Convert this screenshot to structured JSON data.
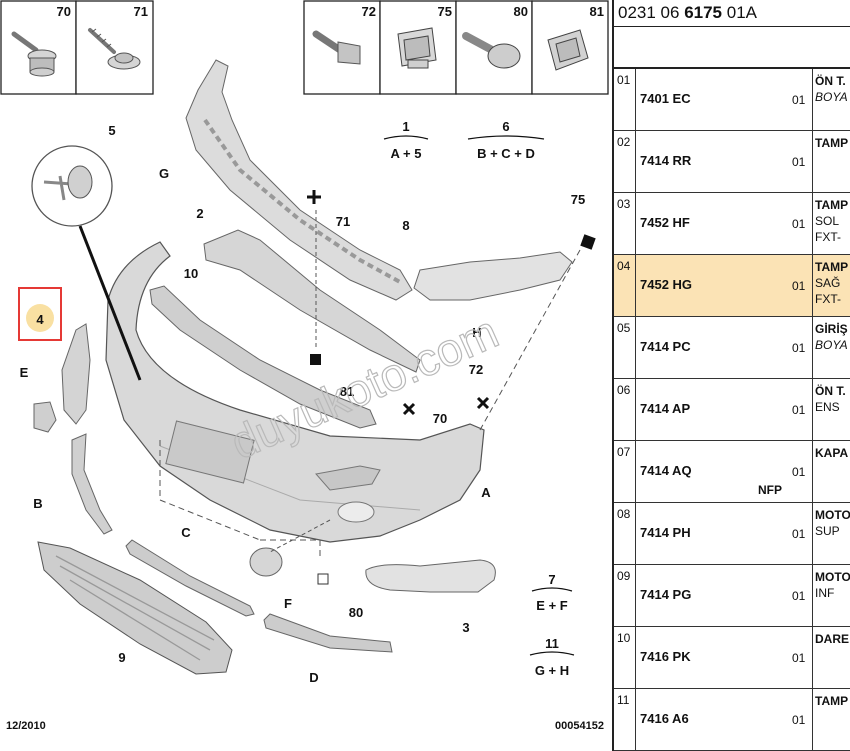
{
  "diagram": {
    "callouts": {
      "c5": "5",
      "cG": "G",
      "c2": "2",
      "c10": "10",
      "c71": "71",
      "c8": "8",
      "c75": "75",
      "cH": "H",
      "c72": "72",
      "c81": "81",
      "c70": "70",
      "cA": "A",
      "c4": "4",
      "cE": "E",
      "cB": "B",
      "cC": "C",
      "cF": "F",
      "c80": "80",
      "c9": "9",
      "cD": "D",
      "c3": "3"
    },
    "fasteners": [
      {
        "number": "70",
        "icon": "hex-bolt-washer-icon"
      },
      {
        "number": "71",
        "icon": "screw-washer-icon"
      },
      {
        "number": "72",
        "icon": "bolt-icon"
      },
      {
        "number": "75",
        "icon": "clip-nut-icon"
      },
      {
        "number": "80",
        "icon": "push-rivet-icon"
      },
      {
        "number": "81",
        "icon": "square-clip-icon"
      }
    ],
    "sets": [
      {
        "number": "1",
        "parts": "A + 5"
      },
      {
        "number": "6",
        "parts": "B + C + D"
      },
      {
        "number": "7",
        "parts": "E + F"
      },
      {
        "number": "11",
        "parts": "G + H"
      }
    ],
    "footer_date": "12/2010",
    "footer_code": "00054152",
    "watermark": "duyukoto.com",
    "highlight_color": "#e53935"
  },
  "panel": {
    "ref_pre": "0231 06 ",
    "ref_bold": "6175",
    "ref_post": " 01A",
    "selected_color": "#fbe3b5",
    "rows": [
      {
        "idx": "01",
        "code": "7401 EC",
        "qty": "01",
        "title": "ÖN T.",
        "sub1": "BOYA",
        "sub2": "",
        "note": ""
      },
      {
        "idx": "02",
        "code": "7414 RR",
        "qty": "01",
        "title": "TAMP",
        "sub1": "",
        "sub2": "",
        "note": ""
      },
      {
        "idx": "03",
        "code": "7452 HF",
        "qty": "01",
        "title": "TAMP",
        "sub1": "SOL",
        "sub2": "FXT-",
        "note": ""
      },
      {
        "idx": "04",
        "code": "7452 HG",
        "qty": "01",
        "title": "TAMP",
        "sub1": "SAĞ",
        "sub2": "FXT-",
        "note": ""
      },
      {
        "idx": "05",
        "code": "7414 PC",
        "qty": "01",
        "title": "GİRİŞ",
        "sub1": "BOYA",
        "sub2": "",
        "note": ""
      },
      {
        "idx": "06",
        "code": "7414 AP",
        "qty": "01",
        "title": "ÖN T.",
        "sub1": "ENS",
        "sub2": "",
        "note": ""
      },
      {
        "idx": "07",
        "code": "7414 AQ",
        "qty": "01",
        "title": "KAPA",
        "sub1": "",
        "sub2": "",
        "note": "NFP"
      },
      {
        "idx": "08",
        "code": "7414 PH",
        "qty": "01",
        "title": "MOTO",
        "sub1": "SUP",
        "sub2": "",
        "note": ""
      },
      {
        "idx": "09",
        "code": "7414 PG",
        "qty": "01",
        "title": "MOTO",
        "sub1": "INF",
        "sub2": "",
        "note": ""
      },
      {
        "idx": "10",
        "code": "7416 PK",
        "qty": "01",
        "title": "DARE",
        "sub1": "",
        "sub2": "",
        "note": ""
      },
      {
        "idx": "11",
        "code": "7416 A6",
        "qty": "01",
        "title": "TAMP",
        "sub1": "",
        "sub2": "",
        "note": ""
      }
    ]
  }
}
